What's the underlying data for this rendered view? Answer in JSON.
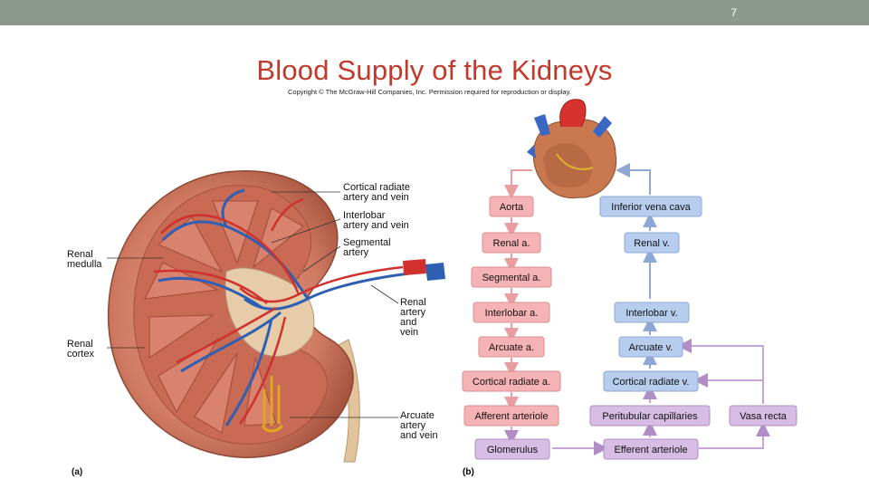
{
  "slide": {
    "number": "7",
    "title": "Blood Supply of the Kidneys"
  },
  "copyright": "Copyright © The McGraw-Hill Companies, Inc. Permission required for reproduction or display.",
  "panel_a": {
    "tag": "(a)",
    "labels": {
      "cortical_radiate": [
        "Cortical radiate",
        "artery and vein"
      ],
      "interlobar": [
        "Interlobar",
        "artery and vein"
      ],
      "segmental": [
        "Segmental",
        "artery"
      ],
      "renal_medulla": [
        "Renal",
        "medulla"
      ],
      "renal_artery_vein": [
        "Renal",
        "artery",
        "and",
        "vein"
      ],
      "renal_cortex": [
        "Renal",
        "cortex"
      ],
      "arcuate": [
        "Arcuate",
        "artery",
        "and vein"
      ]
    }
  },
  "panel_b": {
    "tag": "(b)",
    "arterial": [
      "Aorta",
      "Renal a.",
      "Segmental a.",
      "Interlobar a.",
      "Arcuate a.",
      "Cortical radiate a.",
      "Afferent arteriole"
    ],
    "venous": [
      "Inferior vena cava",
      "Renal v.",
      "Interlobar v.",
      "Arcuate v.",
      "Cortical radiate v."
    ],
    "capillary": {
      "glomerulus": "Glomerulus",
      "efferent": "Efferent arteriole",
      "peritubular": "Peritubular capillaries",
      "vasa_recta": "Vasa recta"
    },
    "colors": {
      "artery": "#f6b3b6",
      "vein": "#b7cdee",
      "capillary": "#d7bce4"
    }
  }
}
